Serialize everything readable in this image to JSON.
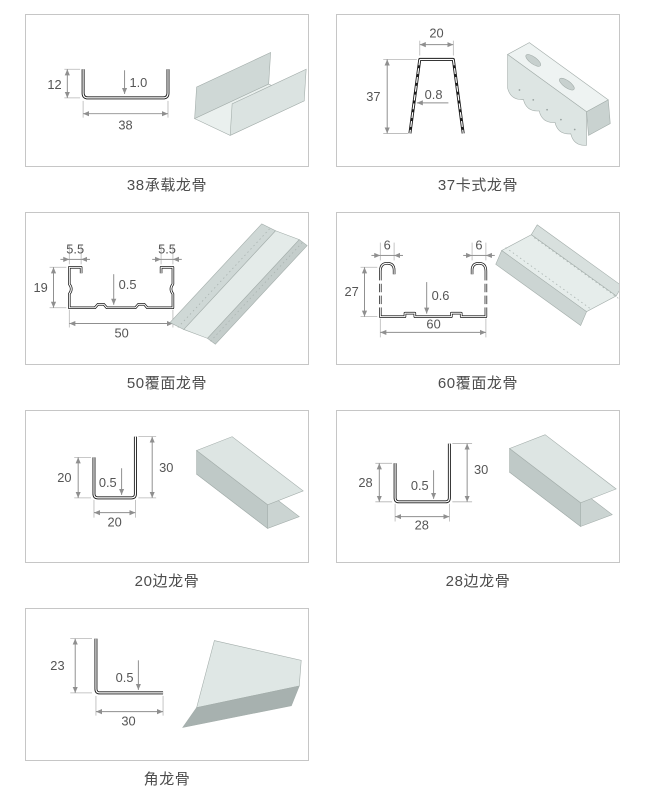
{
  "panels": [
    {
      "id": "keel-38-load-bearing",
      "label": "38承载龙骨",
      "dims": {
        "height": "12",
        "thickness": "1.0",
        "width": "38"
      }
    },
    {
      "id": "keel-37-clip",
      "label": "37卡式龙骨",
      "dims": {
        "top_width": "20",
        "height": "37",
        "thickness": "0.8"
      }
    },
    {
      "id": "keel-50-facing",
      "label": "50覆面龙骨",
      "dims": {
        "lip_left": "5.5",
        "lip_right": "5.5",
        "height": "19",
        "thickness": "0.5",
        "width": "50"
      }
    },
    {
      "id": "keel-60-facing",
      "label": "60覆面龙骨",
      "dims": {
        "lip_left": "6",
        "lip_right": "6",
        "height": "27",
        "thickness": "0.6",
        "width": "60"
      }
    },
    {
      "id": "keel-20-edge",
      "label": "20边龙骨",
      "dims": {
        "left_height": "20",
        "thickness": "0.5",
        "width": "20",
        "right_height": "30"
      }
    },
    {
      "id": "keel-28-edge",
      "label": "28边龙骨",
      "dims": {
        "left_height": "28",
        "thickness": "0.5",
        "width": "28",
        "right_height": "30"
      }
    },
    {
      "id": "keel-angle",
      "label": "角龙骨",
      "dims": {
        "height": "23",
        "thickness": "0.5",
        "width": "30"
      }
    }
  ],
  "colors": {
    "profile_line": "#1a1a1a",
    "dimension_line": "#8f8f8f",
    "dimension_text": "#555555",
    "panel_border": "#c6c6c6",
    "caption_text": "#4d4d4d",
    "render_light": "#e6edeb",
    "render_mid": "#cdd6d4",
    "render_dark": "#a9b3b1"
  }
}
